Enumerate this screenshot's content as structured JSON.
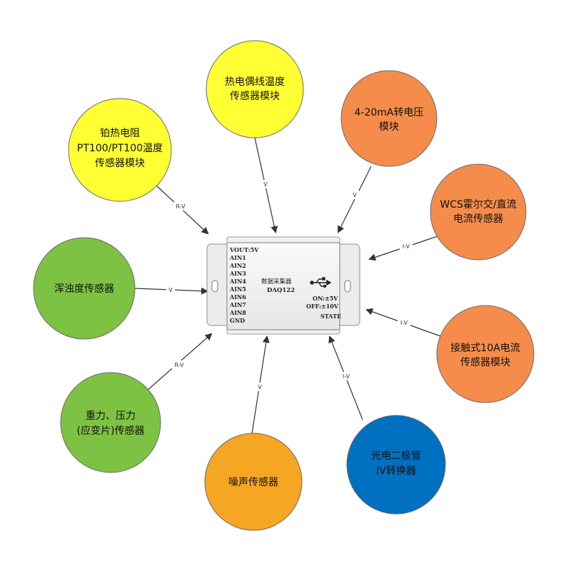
{
  "modules": {
    "thermocouple": {
      "lines": [
        "热电偶线温度",
        "传感器模块"
      ],
      "color": "#ffff33",
      "link_label": "V"
    },
    "current_4_20": {
      "lines": [
        "4-20mA转电压",
        "模块"
      ],
      "color": "#f58c4b",
      "link_label": "V"
    },
    "pt100": {
      "lines": [
        "铂热电阻",
        "PT100/PT100温度",
        "传感器模块"
      ],
      "color": "#ffff33",
      "link_label": "R-V"
    },
    "wcs_hall": {
      "lines": [
        "WCS霍尔交/直流",
        "电流传感器"
      ],
      "color": "#f58c4b",
      "link_label": "I-V"
    },
    "turbidity": {
      "lines": [
        "浑浊度传感器"
      ],
      "color": "#7dc242",
      "link_label": "V"
    },
    "contact_10a": {
      "lines": [
        "接触式10A电流",
        "传感器模块"
      ],
      "color": "#f58c4b",
      "link_label": "I-V"
    },
    "strain": {
      "lines": [
        "重力、压力",
        "(应变片)传感器"
      ],
      "color": "#7dc242",
      "link_label": "R-V"
    },
    "photodiode": {
      "lines": [
        "光电二极管",
        "IV转换器"
      ],
      "color": "#0070c0",
      "link_label": "I-V"
    },
    "noise": {
      "lines": [
        "噪声传感器"
      ],
      "color": "#f5a623",
      "link_label": "V"
    }
  },
  "device": {
    "pins": [
      "VOUT:5V",
      "AIN1",
      "AIN2",
      "AIN3",
      "AIN4",
      "AIN5",
      "AIN6",
      "AIN7",
      "AIN8",
      "GND"
    ],
    "name_cn": "数据采集器",
    "model": "DAQ122",
    "on_range": "ON:±5V",
    "off_range": "OFF:±10V",
    "state": "STATE",
    "icon": "usb-icon"
  }
}
